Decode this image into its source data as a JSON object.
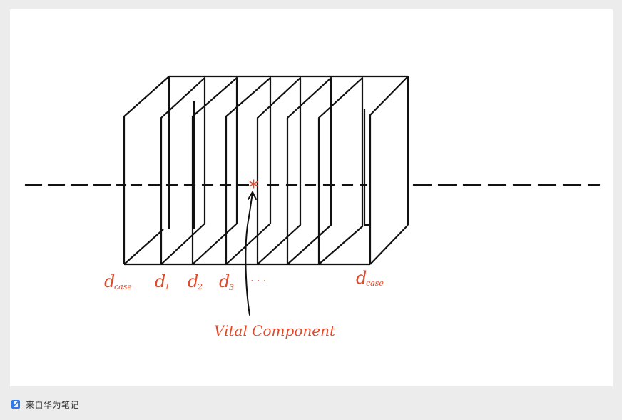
{
  "diagram": {
    "labels": {
      "d_case_left": "d",
      "d_case_left_sub": "case",
      "d1": "d",
      "d1_sub": "1",
      "d2": "d",
      "d2_sub": "2",
      "d3": "d",
      "d3_sub": "3",
      "ellipsis": "· · ·",
      "d_case_right": "d",
      "d_case_right_sub": "case",
      "vital_component": "Vital Component",
      "marker": "*"
    },
    "colors": {
      "ink": "#111111",
      "annotation": "#e24a2c"
    }
  },
  "footer": {
    "source_text": "来自华为笔记",
    "icon": "huawei-notes-icon"
  }
}
